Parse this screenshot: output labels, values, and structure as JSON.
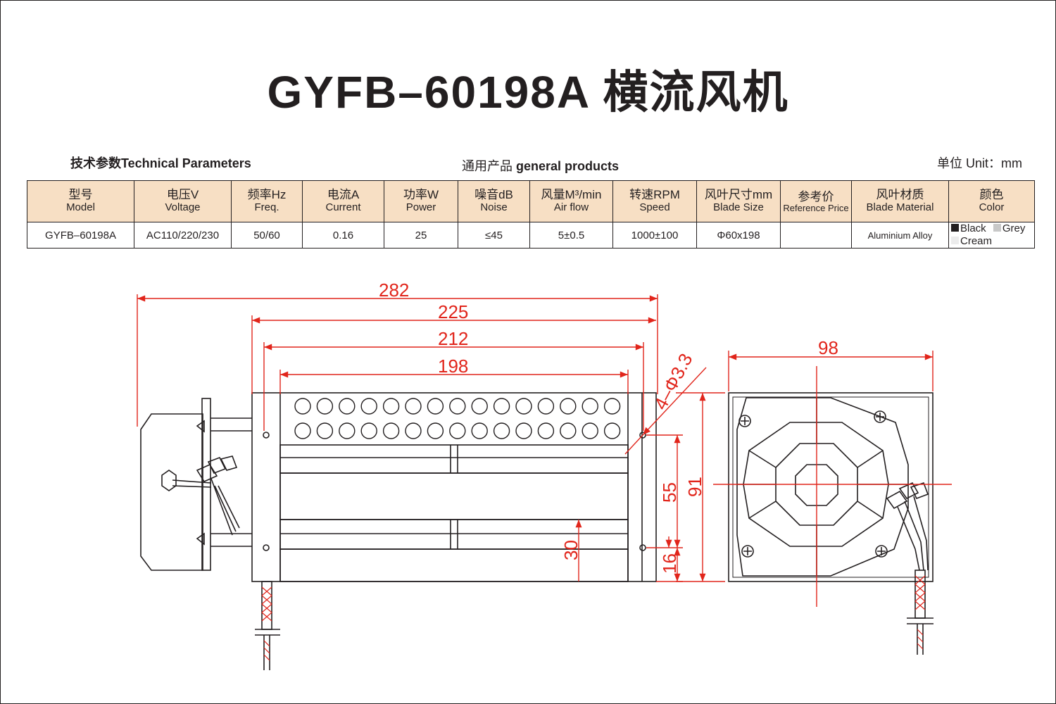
{
  "title": "GYFB–60198A 横流风机",
  "sections": {
    "tech_cn": "技术参数",
    "tech_en": "Technical Parameters",
    "general_cn": "通用产品",
    "general_en": "general products",
    "unit_cn": "单位",
    "unit_en": "Unit：mm"
  },
  "table": {
    "headers": [
      {
        "cn": "型号",
        "en": "Model"
      },
      {
        "cn": "电压V",
        "en": "Voltage"
      },
      {
        "cn": "频率Hz",
        "en": "Freq."
      },
      {
        "cn": "电流A",
        "en": "Current"
      },
      {
        "cn": "功率W",
        "en": "Power"
      },
      {
        "cn": "噪音dB",
        "en": "Noise"
      },
      {
        "cn": "风量M³/min",
        "en": "Air flow"
      },
      {
        "cn": "转速RPM",
        "en": "Speed"
      },
      {
        "cn": "风叶尺寸mm",
        "en": "Blade Size"
      },
      {
        "cn": "参考价",
        "en": "Reference Price"
      },
      {
        "cn": "风叶材质",
        "en": "Blade Material"
      },
      {
        "cn": "颜色",
        "en": "Color"
      }
    ],
    "row": [
      "GYFB–60198A",
      "AC110/220/230",
      "50/60",
      "0.16",
      "25",
      "≤45",
      "5±0.5",
      "1000±100",
      "Φ60x198",
      "",
      "Aluminium Alloy"
    ],
    "colors": [
      {
        "name": "Black",
        "hex": "#231f20"
      },
      {
        "name": "Grey",
        "hex": "#c8c8c8"
      },
      {
        "name": "Cream",
        "hex": "#ececec"
      }
    ]
  },
  "dimensions": {
    "d282": "282",
    "d225": "225",
    "d212": "212",
    "d198": "198",
    "hole": "4–Φ3.3",
    "d55": "55",
    "d91": "91",
    "d30": "30",
    "d16": "16",
    "d98": "98"
  },
  "colors": {
    "dimension": "#e1251b",
    "line": "#231f20",
    "header_bg": "#f7dfc4"
  }
}
